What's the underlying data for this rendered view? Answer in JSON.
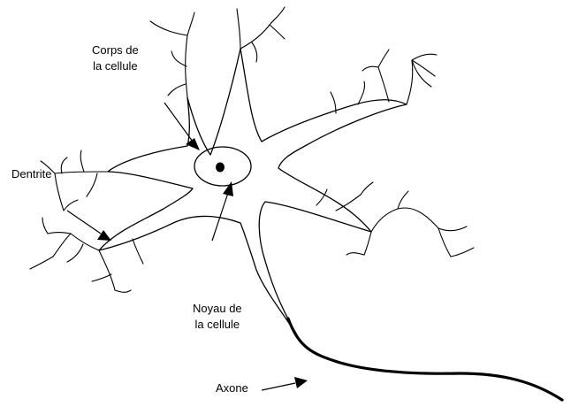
{
  "labels": {
    "cell_body": [
      "Corps de",
      "la cellule"
    ],
    "dendrite": "Dentrite",
    "nucleus": [
      "Noyau de",
      "la cellule"
    ],
    "axon": "Axone"
  },
  "colors": {
    "line": "#000000",
    "background": "#ffffff"
  }
}
